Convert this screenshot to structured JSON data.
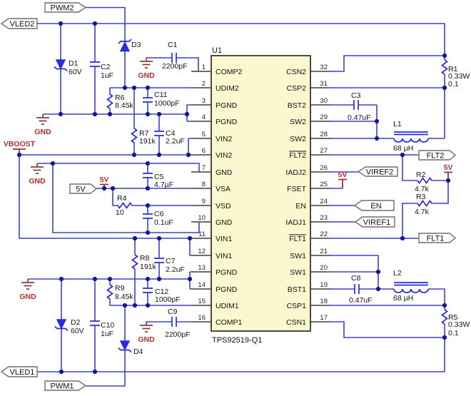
{
  "ic": {
    "refdes": "U1",
    "part": "TPS92519-Q1",
    "left_pins": [
      {
        "num": "1",
        "name": "COMP2"
      },
      {
        "num": "2",
        "name": "UDIM2"
      },
      {
        "num": "3",
        "name": "PGND"
      },
      {
        "num": "4",
        "name": "PGND"
      },
      {
        "num": "5",
        "name": "VIN2"
      },
      {
        "num": "6",
        "name": "VIN2"
      },
      {
        "num": "7",
        "name": "GND"
      },
      {
        "num": "8",
        "name": "VSA"
      },
      {
        "num": "9",
        "name": "VSD"
      },
      {
        "num": "10",
        "name": "GND"
      },
      {
        "num": "11",
        "name": "VIN1"
      },
      {
        "num": "12",
        "name": "VIN1"
      },
      {
        "num": "13",
        "name": "PGND"
      },
      {
        "num": "14",
        "name": "PGND"
      },
      {
        "num": "15",
        "name": "UDIM1"
      },
      {
        "num": "16",
        "name": "COMP1"
      }
    ],
    "right_pins": [
      {
        "num": "32",
        "name": "CSN2"
      },
      {
        "num": "31",
        "name": "CSP2"
      },
      {
        "num": "30",
        "name": "BST2"
      },
      {
        "num": "29",
        "name": "SW2"
      },
      {
        "num": "28",
        "name": "SW2"
      },
      {
        "num": "27",
        "name": "FLT2",
        "overline": true
      },
      {
        "num": "26",
        "name": "IADJ2"
      },
      {
        "num": "25",
        "name": "FSET"
      },
      {
        "num": "24",
        "name": "EN"
      },
      {
        "num": "23",
        "name": "IADJ1"
      },
      {
        "num": "22",
        "name": "FLT1",
        "overline": true
      },
      {
        "num": "21",
        "name": "SW1"
      },
      {
        "num": "20",
        "name": "SW1"
      },
      {
        "num": "19",
        "name": "BST1"
      },
      {
        "num": "18",
        "name": "CSP1"
      },
      {
        "num": "17",
        "name": "CSN1"
      }
    ]
  },
  "flags": {
    "vled2": "VLED2",
    "pwm2": "PWM2",
    "vled1": "VLED1",
    "pwm1": "PWM1",
    "v5": "5V",
    "viref2": "VIREF2",
    "en": "EN",
    "viref1": "VIREF1",
    "flt2": "FLT2",
    "flt1": "FLT1"
  },
  "power_labels": {
    "vboost": "VBOOST",
    "gnd": "GND",
    "v5": "5V"
  },
  "components": {
    "C1": {
      "ref": "C1",
      "value": "2200pF"
    },
    "C2": {
      "ref": "C2",
      "value": "1uF"
    },
    "C3": {
      "ref": "C3",
      "value": "0.47uF"
    },
    "C4": {
      "ref": "C4",
      "value": "2.2uF"
    },
    "C5": {
      "ref": "C5",
      "value": "4.7µF"
    },
    "C6": {
      "ref": "C6",
      "value": "0.1uF"
    },
    "C7": {
      "ref": "C7",
      "value": "2.2uF"
    },
    "C8": {
      "ref": "C8",
      "value": "0.47uF"
    },
    "C9": {
      "ref": "C9",
      "value": "2200pF"
    },
    "C10": {
      "ref": "C10",
      "value": "1uF"
    },
    "C11": {
      "ref": "C11",
      "value": "1000pF"
    },
    "C12": {
      "ref": "C12",
      "value": "1000pF"
    },
    "R1": {
      "ref": "R1",
      "rating": "0.33W",
      "value": "0.1"
    },
    "R2": {
      "ref": "R2",
      "value": "4.7k"
    },
    "R3": {
      "ref": "R3",
      "value": "4.7k"
    },
    "R4": {
      "ref": "R4",
      "value": "10"
    },
    "R5": {
      "ref": "R5",
      "rating": "0.33W",
      "value": "0.1"
    },
    "R6": {
      "ref": "R6",
      "value": "8.45k"
    },
    "R7": {
      "ref": "R7",
      "value": "191k"
    },
    "R8": {
      "ref": "R8",
      "value": "191k"
    },
    "R9": {
      "ref": "R9",
      "value": "8.45k"
    },
    "D1": {
      "ref": "D1",
      "value": "60V"
    },
    "D2": {
      "ref": "D2",
      "value": "60V"
    },
    "D3": {
      "ref": "D3"
    },
    "D4": {
      "ref": "D4"
    },
    "L1": {
      "ref": "L1",
      "value": "68 µH"
    },
    "L2": {
      "ref": "L2",
      "value": "68 µH"
    }
  },
  "colors": {
    "wire": "#3a43c6",
    "component": "#2a2ae0",
    "junction": "#15159a",
    "ic_fill": "#fbf8d0",
    "power_red": "#b03030",
    "ground_brown": "#8b3a3a"
  }
}
